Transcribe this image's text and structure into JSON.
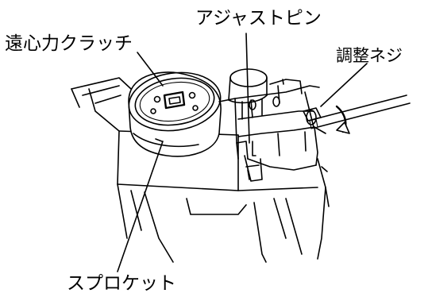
{
  "labels": {
    "clutch": "遠心力クラッチ",
    "adjust_pin": "アジャストピン",
    "adjust_screw": "調整ネジ",
    "sprocket": "スプロケット"
  }
}
